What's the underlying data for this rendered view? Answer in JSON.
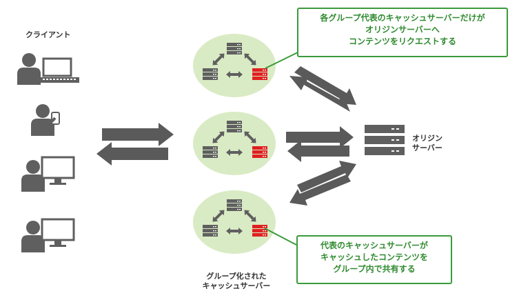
{
  "labels": {
    "client": "クライアント",
    "origin_line1": "オリジン",
    "origin_line2": "サーバー",
    "group_line1": "グループ化された",
    "group_line2": "キャッシュサーバー"
  },
  "callouts": {
    "top": [
      "各グループ代表のキャッシュサーバーだけが",
      "オリジンサーバーへ",
      "コンテンツをリクエストする"
    ],
    "bottom": [
      "代表のキャッシュサーバーが",
      "キャッシュしたコンテンツを",
      "グループ内で共有する"
    ]
  },
  "colors": {
    "accent_green": "#3a9a3a",
    "cluster_fill": "#d9ebc4",
    "server_gray": "#5f5f5f",
    "representative_red": "#e02020",
    "arrow_gray": "#5a5a5a"
  },
  "icons": {
    "clients": [
      "laptop-user-icon",
      "smartphone-user-icon",
      "desktop-user-icon",
      "desktop-user-icon"
    ],
    "origin": "server-stack-icon",
    "cache_server": "server-icon",
    "representative": "server-icon-red"
  }
}
